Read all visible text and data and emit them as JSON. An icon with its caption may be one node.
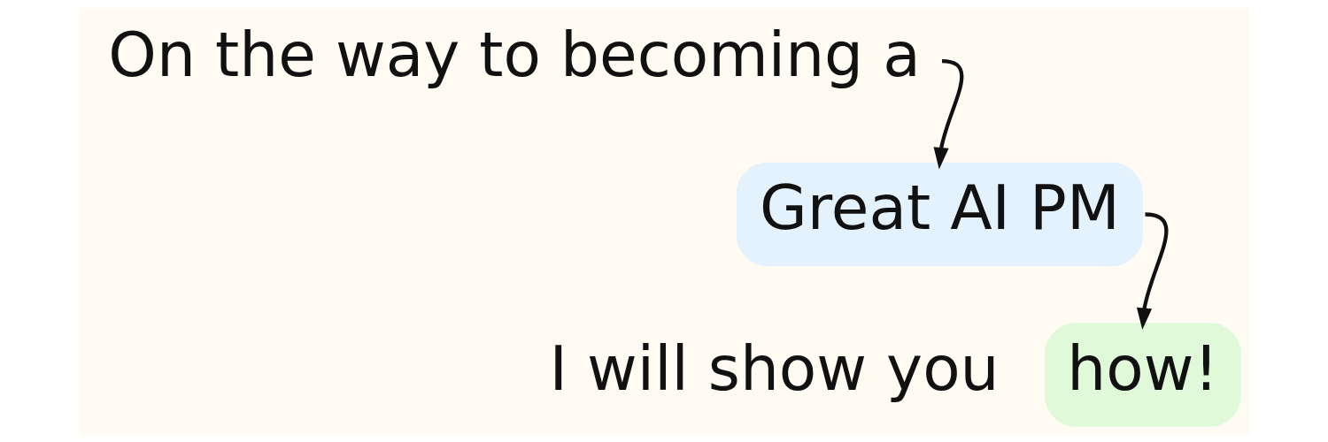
{
  "diagram": {
    "nodes": [
      {
        "text": [
          "On the way to becoming a"
        ]
      },
      {
        "text": [
          "Great AI PM"
        ]
      },
      {
        "text": [
          "how!"
        ]
      }
    ],
    "edges": [
      {
        "from": 0,
        "to": 1,
        "arrow": "to"
      },
      {
        "from": 1,
        "to": 2,
        "arrow": "to"
      }
    ],
    "labels": [
      "I will show you"
    ]
  }
}
